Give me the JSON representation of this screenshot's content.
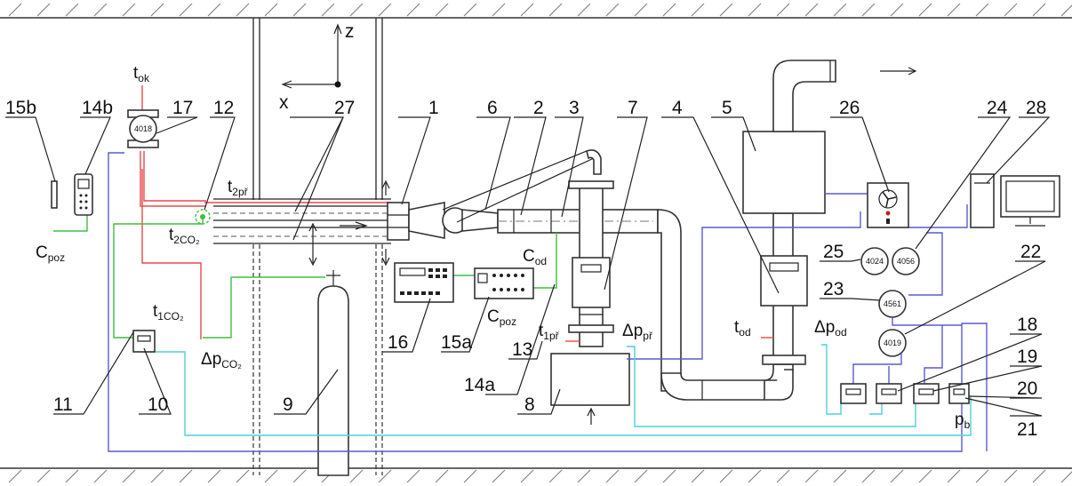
{
  "labels": {
    "n1": "1",
    "n2": "2",
    "n3": "3",
    "n4": "4",
    "n5": "5",
    "n6": "6",
    "n7": "7",
    "n8": "8",
    "n9": "9",
    "n10": "10",
    "n11": "11",
    "n12": "12",
    "n13": "13",
    "n14a": "14a",
    "n14b": "14b",
    "n15a": "15a",
    "n15b": "15b",
    "n16": "16",
    "n17": "17",
    "n18": "18",
    "n19": "19",
    "n20": "20",
    "n21": "21",
    "n22": "22",
    "n23": "23",
    "n24": "24",
    "n25": "25",
    "n26": "26",
    "n27": "27",
    "n28": "28"
  },
  "axes": {
    "z": "z",
    "x": "x"
  },
  "symbols": {
    "t_ok": {
      "main": "t",
      "sub": "ok"
    },
    "t_2pr": {
      "main": "t",
      "sub": "2př"
    },
    "t_2co2": {
      "main": "t",
      "sub": "2CO₂"
    },
    "t_1co2": {
      "main": "t",
      "sub": "1CO₂"
    },
    "dp_co2": {
      "main": "Δp",
      "sub": "CO₂"
    },
    "c_poz_left": {
      "main": "C",
      "sub": "poz"
    },
    "c_poz_mid": {
      "main": "C",
      "sub": "poz"
    },
    "c_od": {
      "main": "C",
      "sub": "od"
    },
    "t_1pr": {
      "main": "t",
      "sub": "1př"
    },
    "dp_pr": {
      "main": "Δp",
      "sub": "př"
    },
    "t_od": {
      "main": "t",
      "sub": "od"
    },
    "dp_od": {
      "main": "Δp",
      "sub": "od"
    },
    "p_b": {
      "main": "p",
      "sub": "b"
    }
  },
  "gauges": {
    "g17": "4018",
    "g25": "4024",
    "g24": "4056",
    "g23": "4561",
    "g22": "4019"
  }
}
